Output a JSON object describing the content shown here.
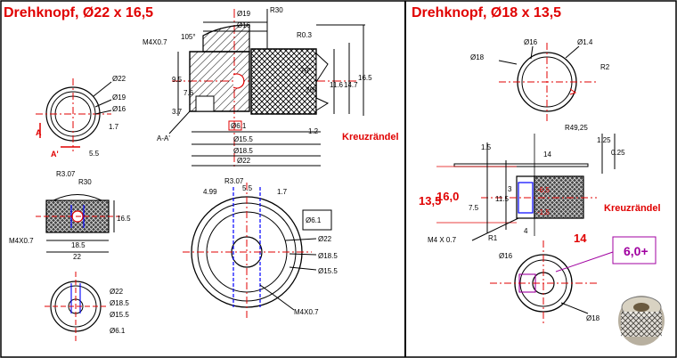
{
  "left": {
    "title": "Drehknopf, Ø22 x 16,5",
    "label_kreuz": "Kreuzrändel",
    "dims": {
      "d19": "Ø19",
      "d16": "Ø16",
      "r30": "R30",
      "m4": "M4X0.7",
      "a105": "105°",
      "r03": "R0.3",
      "a70a": "70°",
      "a70b": "70°",
      "v95": "9.5",
      "v76": "7.6",
      "v37": "3.7",
      "v116": "11.6",
      "v147": "14.7",
      "v165": "16.5",
      "v12": "1.2",
      "d61": "Ø6.1",
      "d155": "Ø15.5",
      "d185": "Ø18.5",
      "d22": "Ø22",
      "aa": "A-A'",
      "c_d22": "Ø22",
      "c_d19": "Ø19",
      "c_d16": "Ø16",
      "c_17": "1.7",
      "c_a": "A",
      "c_a2": "A'",
      "c_55": "5.5",
      "c_r307": "R3.07",
      "s_r30": "R30",
      "s_165": "16.5",
      "s_m4": "M4X0.7",
      "s_185": "18.5",
      "s_22": "22",
      "b_d22": "Ø22",
      "b_d185": "Ø18.5",
      "b_d155": "Ø15.5",
      "b_d61": "Ø6.1",
      "t_499": "4.99",
      "t_r307": "R3.07",
      "t_55": "5.5",
      "t_17": "1.7",
      "t_d61": "Ø6.1",
      "t_d22": "Ø22",
      "t_d185": "Ø18.5",
      "t_d155": "Ø15.5",
      "t_m4": "M4X0.7"
    }
  },
  "right": {
    "title": "Drehknopf, Ø18 x 13,5",
    "label_kreuz": "Kreuzrändel",
    "dims": {
      "d18": "Ø18",
      "d16": "Ø16",
      "d14": "Ø1.4",
      "r2": "R2",
      "v15": "1.5",
      "r4925": "R49,25",
      "v125": "1.25",
      "v025": "0.25",
      "v14": "14",
      "v135": "13,5",
      "v160": "16,0",
      "v75": "7.5",
      "v115": "11.5",
      "v3": "3",
      "v6": "-6,5",
      "v1": "-1,5",
      "r1": "R1",
      "v4": "4",
      "m4": "M4 X 0.7",
      "v14r": "14",
      "v60": "6,0+",
      "b_d16": "Ø16",
      "b_d18": "Ø18"
    }
  }
}
